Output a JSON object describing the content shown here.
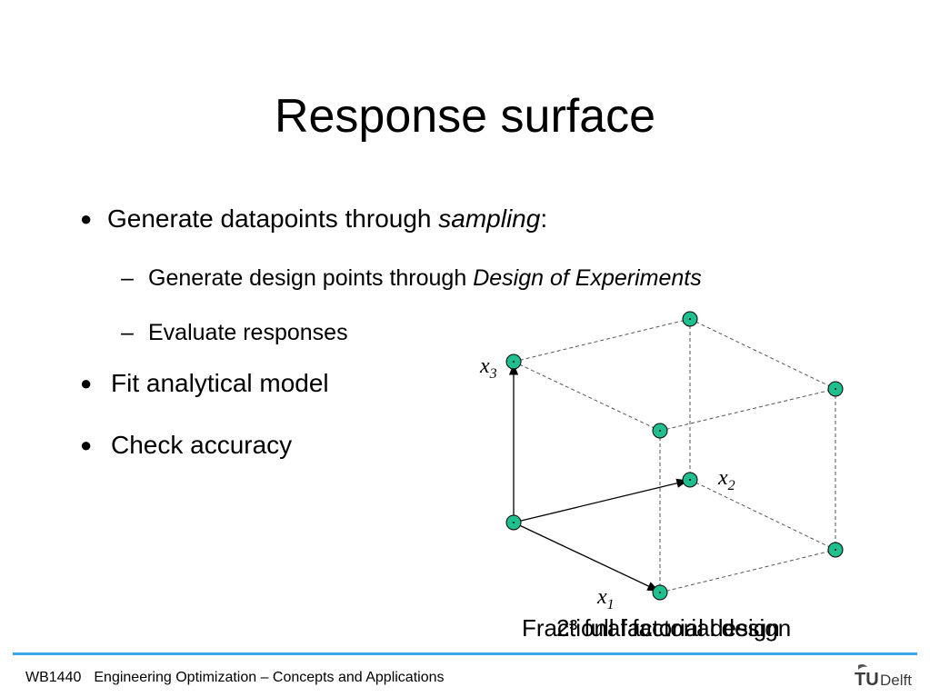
{
  "slide": {
    "title": "Response surface",
    "bullets": [
      {
        "text_plain": "Generate datapoints through ",
        "text_em": "sampling",
        "text_after": ":"
      },
      {
        "text": "Fit analytical model"
      },
      {
        "text": "Check accuracy"
      }
    ],
    "subbullets": [
      {
        "text_plain": "Generate design points through ",
        "text_em": "Design of Experiments"
      },
      {
        "text": "Evaluate responses"
      }
    ],
    "bullet_glyph": "●",
    "dash_glyph": "–"
  },
  "diagram": {
    "axis_labels": {
      "x1": "x",
      "x1_sub": "1",
      "x2": "x",
      "x2_sub": "2",
      "x3": "x",
      "x3_sub": "3"
    },
    "captions": [
      "Fractional factorial design",
      "2³ full factorial design"
    ],
    "node_color": "#1fbf8f",
    "edge_color": "#555555"
  },
  "footer": {
    "course_code": "WB1440",
    "course_title": "Engineering Optimization – Concepts and Applications",
    "logo_text_tu": "TU",
    "logo_text_delft": "Delft",
    "accent_color": "#3ba7e6"
  }
}
